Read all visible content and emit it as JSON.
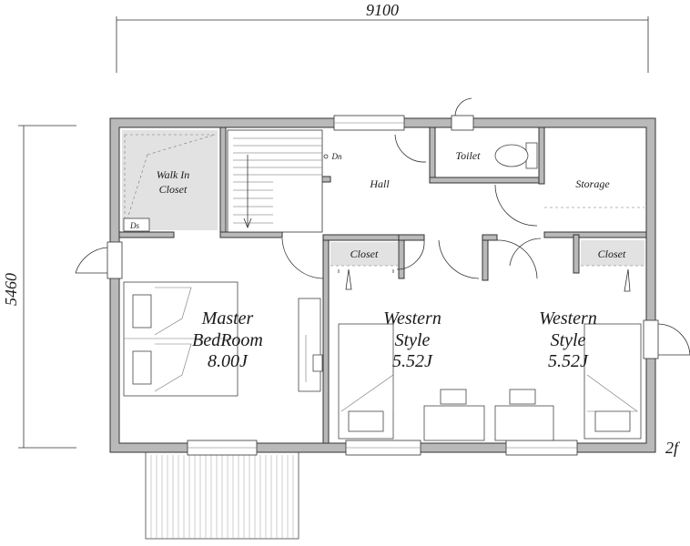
{
  "dimensions": {
    "width_label": "9100",
    "height_label": "5460"
  },
  "floor_label": "2f",
  "rooms": {
    "walk_in_closet": [
      "Walk In",
      "Closet"
    ],
    "ds": "Ds",
    "hall": "Hall",
    "dn": "Dn",
    "toilet": "Toilet",
    "storage": "Storage",
    "master": [
      "Master",
      "BedRoom",
      "8.00J"
    ],
    "closet_mid": "Closet",
    "closet_right": "Closet",
    "western1": [
      "Western",
      "Style",
      "5.52J"
    ],
    "western2": [
      "Western",
      "Style",
      "5.52J"
    ]
  }
}
